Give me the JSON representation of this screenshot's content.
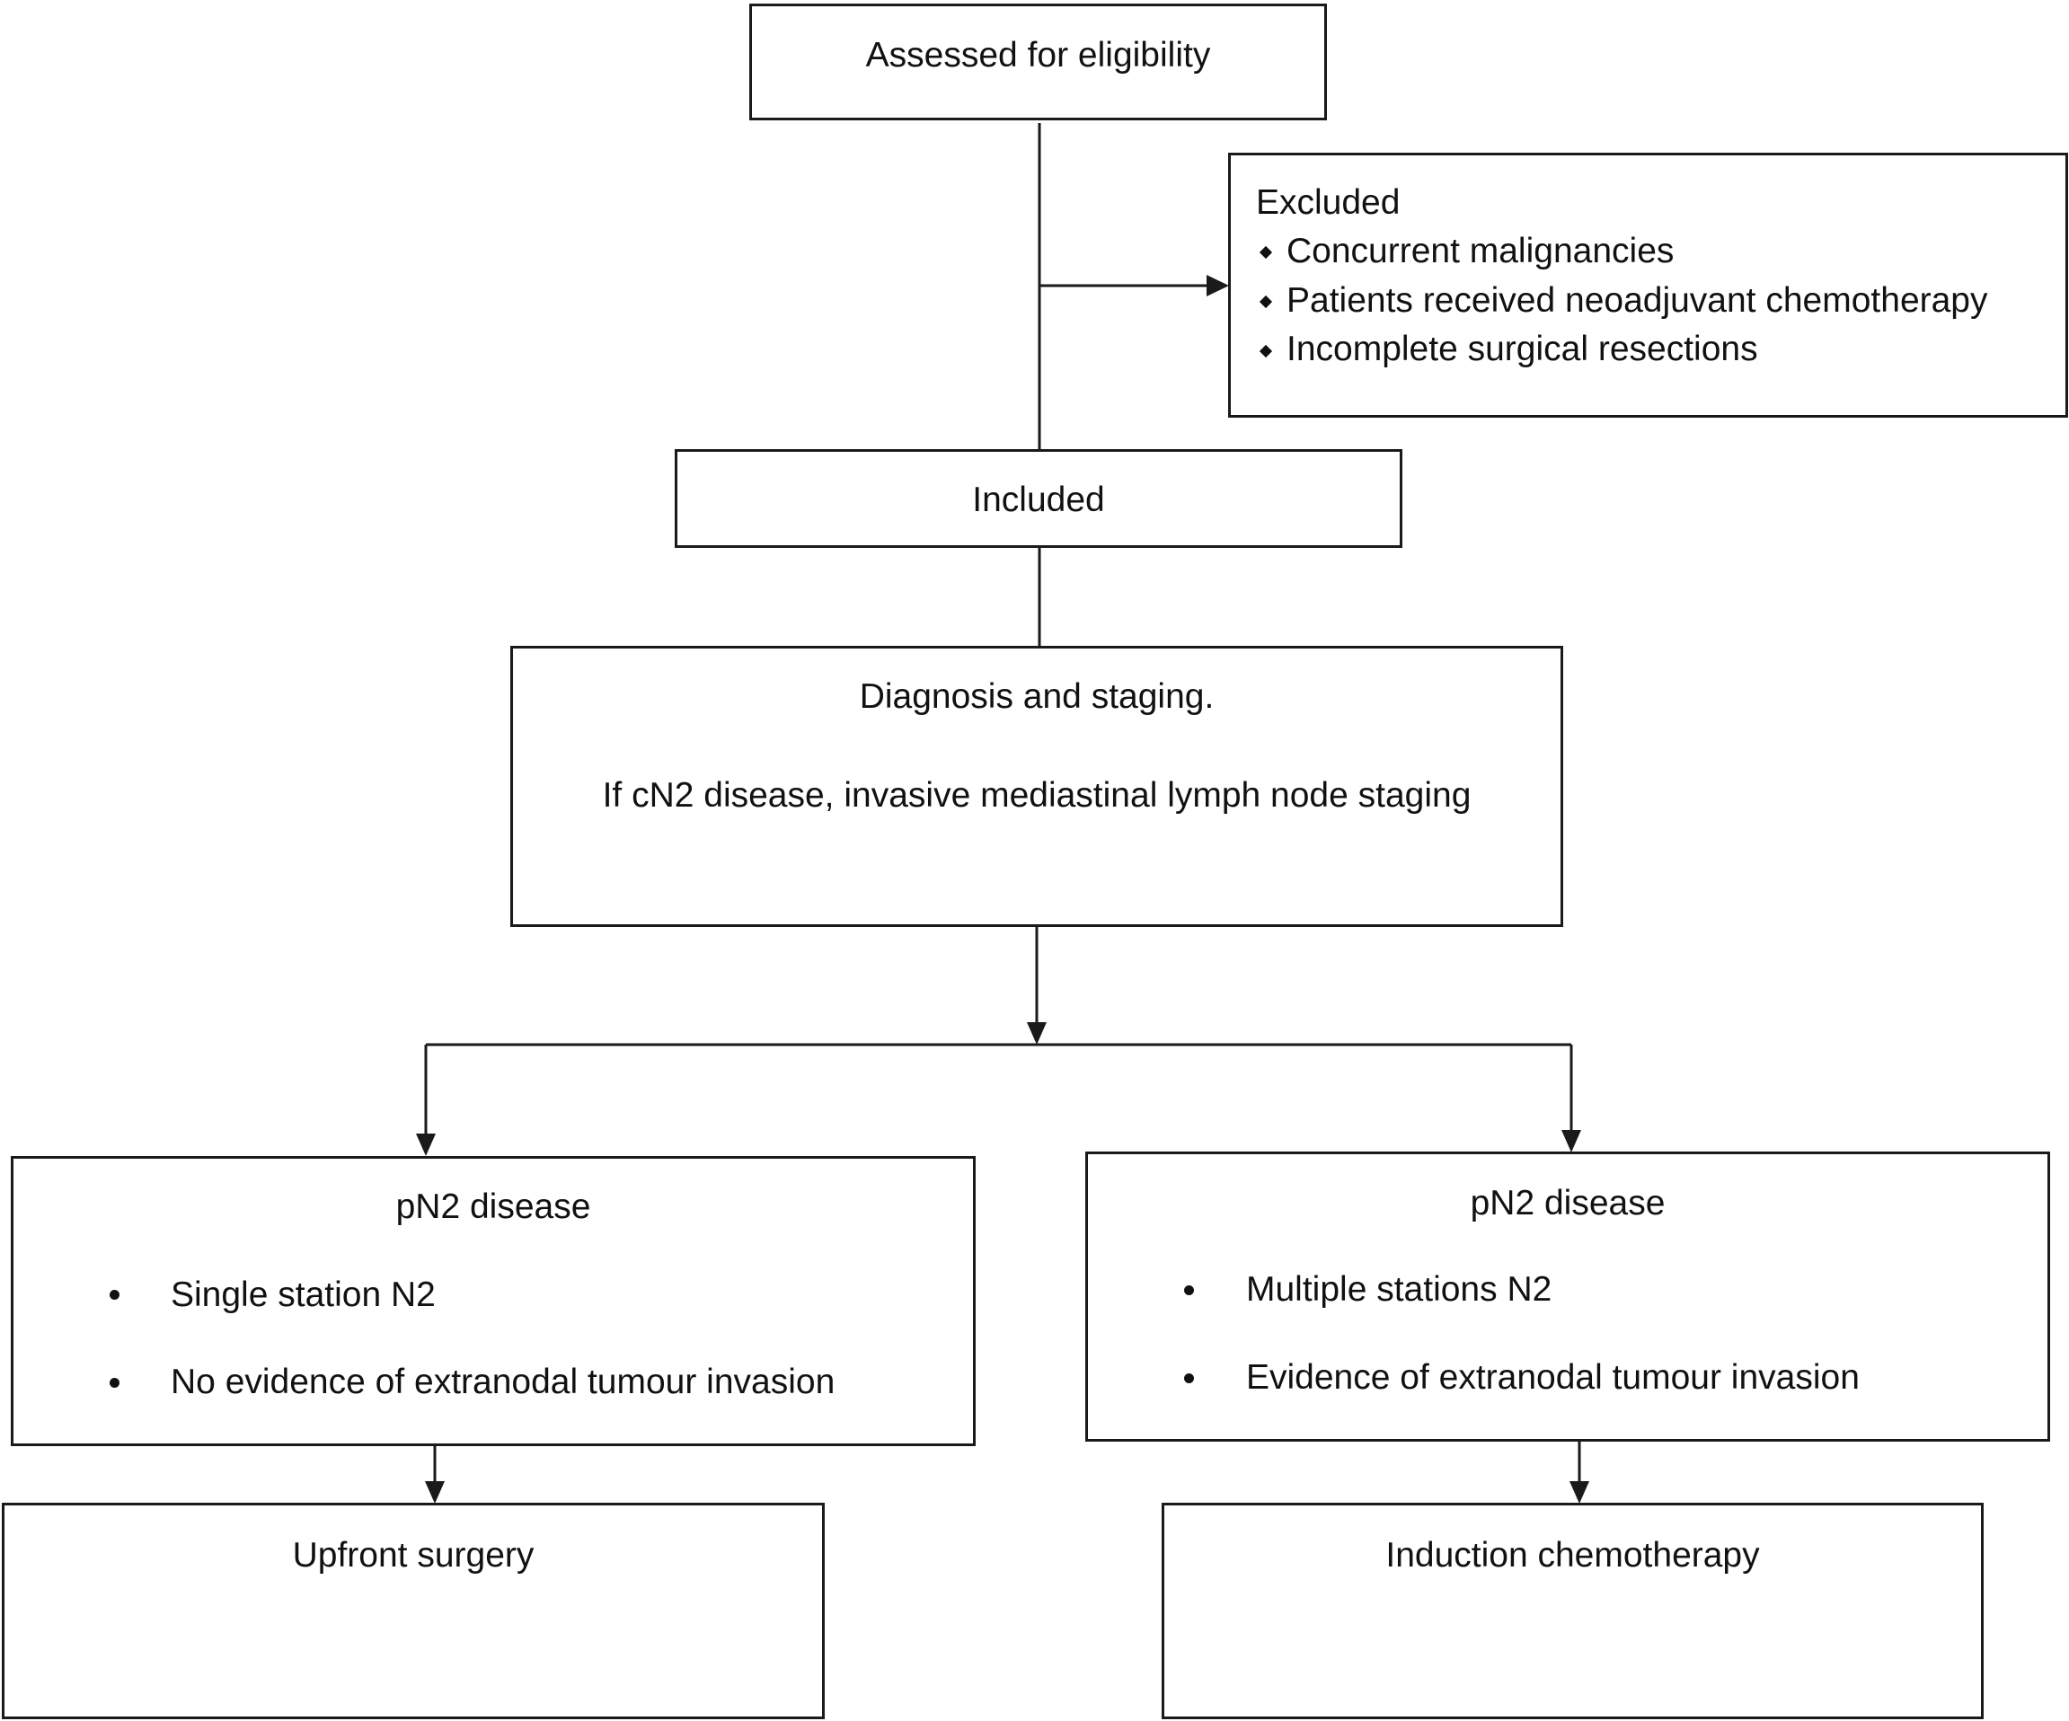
{
  "boxes": {
    "assessed": {
      "label": "Assessed for eligibility"
    },
    "excluded": {
      "title": "Excluded",
      "items": [
        "Concurrent malignancies",
        "Patients received neoadjuvant chemotherapy",
        "Incomplete surgical resections"
      ]
    },
    "included": {
      "label": "Included"
    },
    "diagnosis": {
      "line1": "Diagnosis and staging.",
      "line2": "If cN2 disease, invasive mediastinal lymph node staging"
    },
    "left_pn2": {
      "title": "pN2 disease",
      "items": [
        "Single station N2",
        "No evidence of extranodal tumour invasion"
      ]
    },
    "right_pn2": {
      "title": "pN2 disease",
      "items": [
        "Multiple stations N2",
        "Evidence of extranodal tumour invasion"
      ]
    },
    "upfront": {
      "label": "Upfront surgery"
    },
    "induction": {
      "label": "Induction chemotherapy"
    }
  },
  "colors": {
    "line": "#1a1a1a",
    "text": "#111111",
    "background": "#ffffff"
  }
}
